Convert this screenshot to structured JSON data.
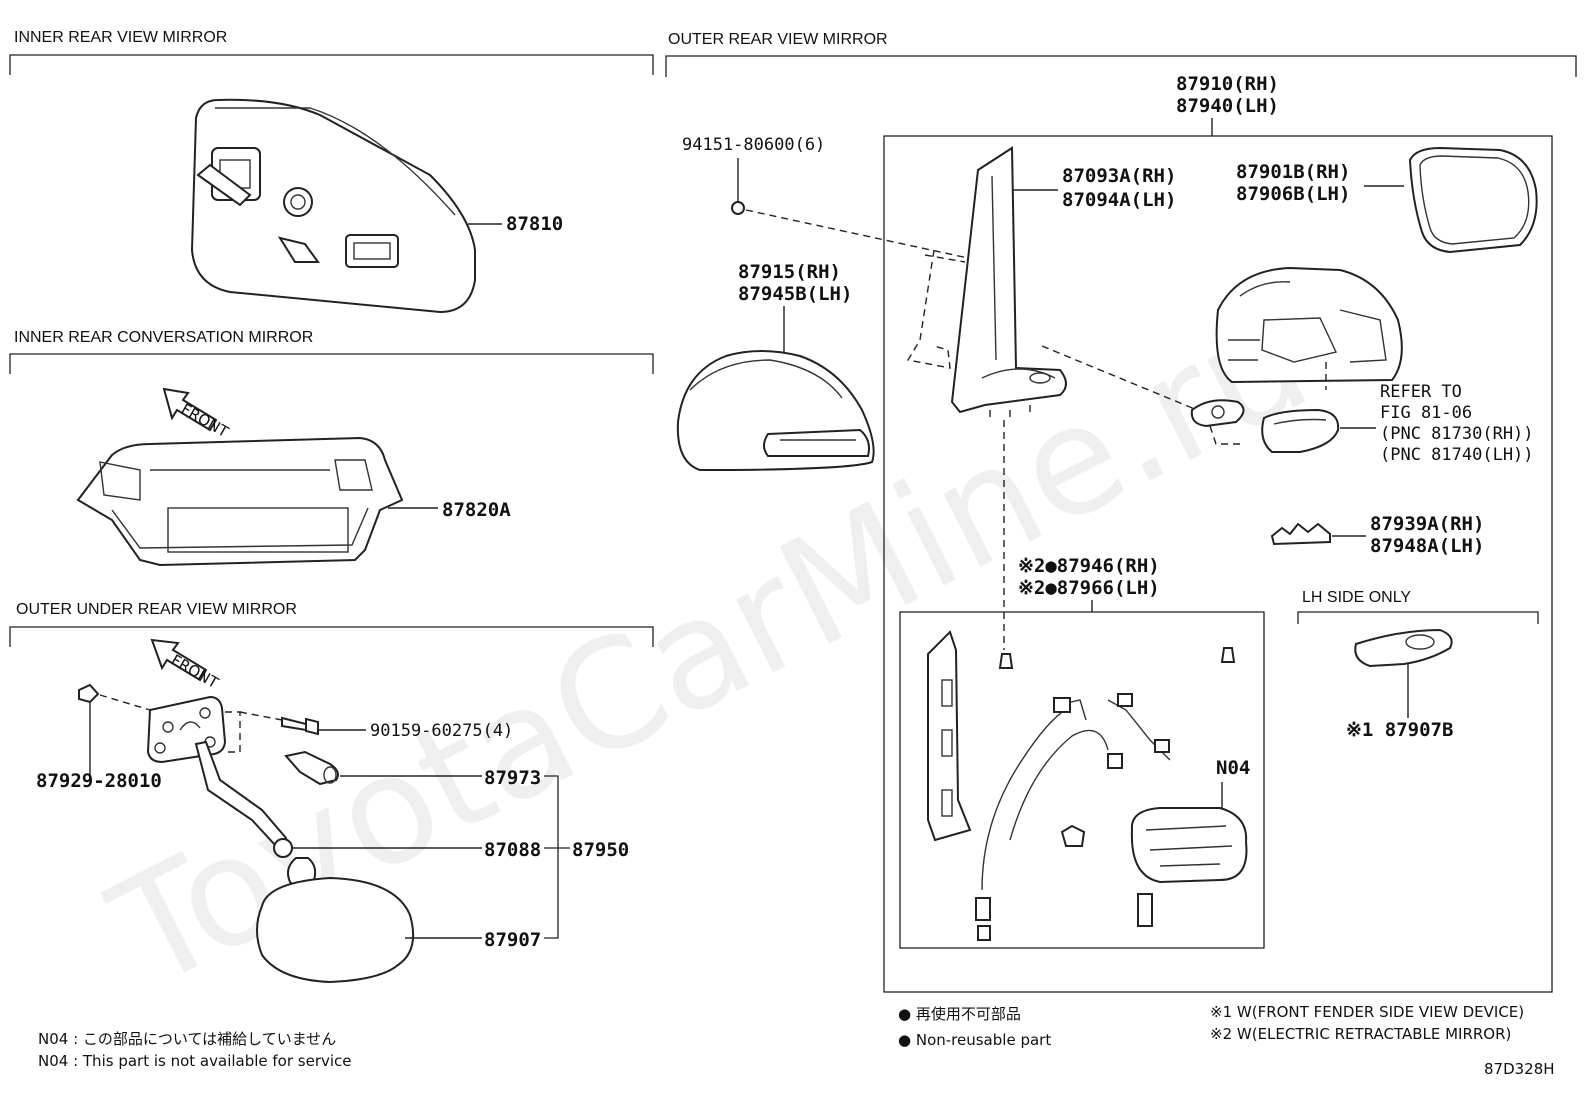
{
  "watermark": "ToyotaCarMine.ru",
  "sections": {
    "inner_rear_view": {
      "title": "INNER REAR VIEW MIRROR"
    },
    "inner_rear_conversation": {
      "title": "INNER REAR CONVERSATION MIRROR"
    },
    "outer_under_rear_view": {
      "title": "OUTER UNDER REAR VIEW MIRROR"
    },
    "outer_rear_view": {
      "title": "OUTER REAR VIEW MIRROR"
    },
    "lh_side_only": {
      "title": "LH SIDE ONLY"
    }
  },
  "parts": {
    "p87810": "87810",
    "p87820a": "87820A",
    "front_label": "FRONT",
    "p87929": "87929-28010",
    "p90159": "90159-60275(4)",
    "p87973": "87973",
    "p87088": "87088",
    "p87950": "87950",
    "p87907": "87907",
    "p87910_rh": "87910(RH)",
    "p87940_lh": "87940(LH)",
    "p94151": "94151-80600(6)",
    "p87093a_rh": "87093A(RH)",
    "p87094a_lh": "87094A(LH)",
    "p87901b_rh": "87901B(RH)",
    "p87906b_lh": "87906B(LH)",
    "p87915_rh": "87915(RH)",
    "p87945b_lh": "87945B(LH)",
    "refer_1": "REFER TO",
    "refer_2": "FIG 81-06",
    "refer_3": "(PNC 81730(RH))",
    "refer_4": "(PNC 81740(LH))",
    "p87939a_rh": "87939A(RH)",
    "p87948a_lh": "87948A(LH)",
    "p87946_rh": "※2●87946(RH)",
    "p87966_lh": "※2●87966(LH)",
    "n04": "N04",
    "p87907b": "※1 87907B"
  },
  "legend": {
    "nonreusable_jp": "● 再使用不可部品",
    "nonreusable_en": "● Non-reusable part",
    "note1": "※1 W(FRONT FENDER SIDE VIEW DEVICE)",
    "note2": "※2 W(ELECTRIC RETRACTABLE MIRROR)"
  },
  "footnotes": {
    "n04_jp": "N04 : この部品については補給していません",
    "n04_en": "N04 : This part is not available for service"
  },
  "figure_code": "87D328H"
}
